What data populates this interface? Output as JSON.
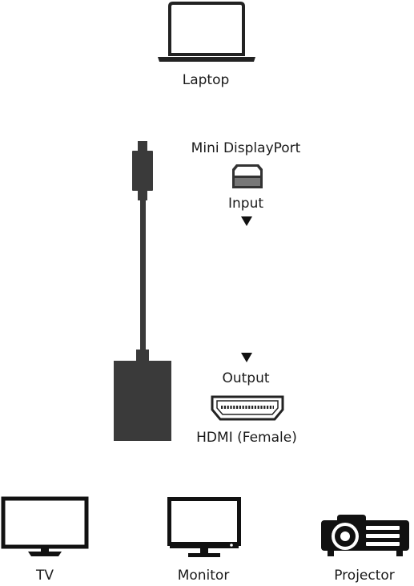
{
  "source_device": {
    "label": "Laptop",
    "icon": "laptop-icon"
  },
  "adapter": {
    "input_connector": "Mini DisplayPort",
    "input_label": "Input",
    "output_label": "Output",
    "output_connector": "HDMI (Female)",
    "body_color": "#3a3a3a"
  },
  "target_devices": [
    {
      "label": "TV",
      "icon": "tv-icon"
    },
    {
      "label": "Monitor",
      "icon": "monitor-icon"
    },
    {
      "label": "Projector",
      "icon": "projector-icon"
    }
  ]
}
